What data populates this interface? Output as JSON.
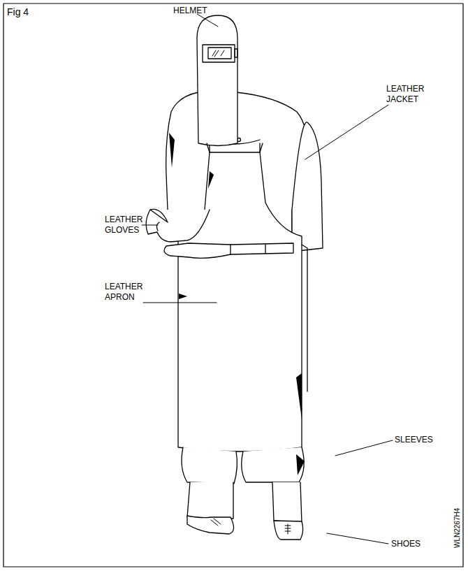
{
  "diagram": {
    "title": "Fig 4",
    "labels": [
      "HELMET",
      "LEATHER JACKET",
      "LEATHER GLOVES",
      "LEATHER APRON",
      "SLEEVES",
      "SHOES",
      "WLN2267H4"
    ]
  }
}
